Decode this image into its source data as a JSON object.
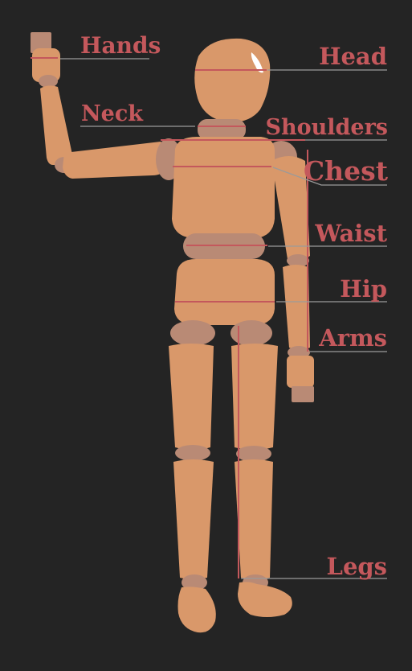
{
  "labels": {
    "hands": "Hands",
    "neck": "Neck",
    "head": "Head",
    "shoulders": "Shoulders",
    "chest": "Chest",
    "waist": "Waist",
    "hip": "Hip",
    "arms": "Arms",
    "legs": "Legs"
  },
  "colors": {
    "background": "#242424",
    "body": "#d9986a",
    "joint": "#b98a75",
    "measure": "#c4585c",
    "leader": "#9a9a9a"
  }
}
